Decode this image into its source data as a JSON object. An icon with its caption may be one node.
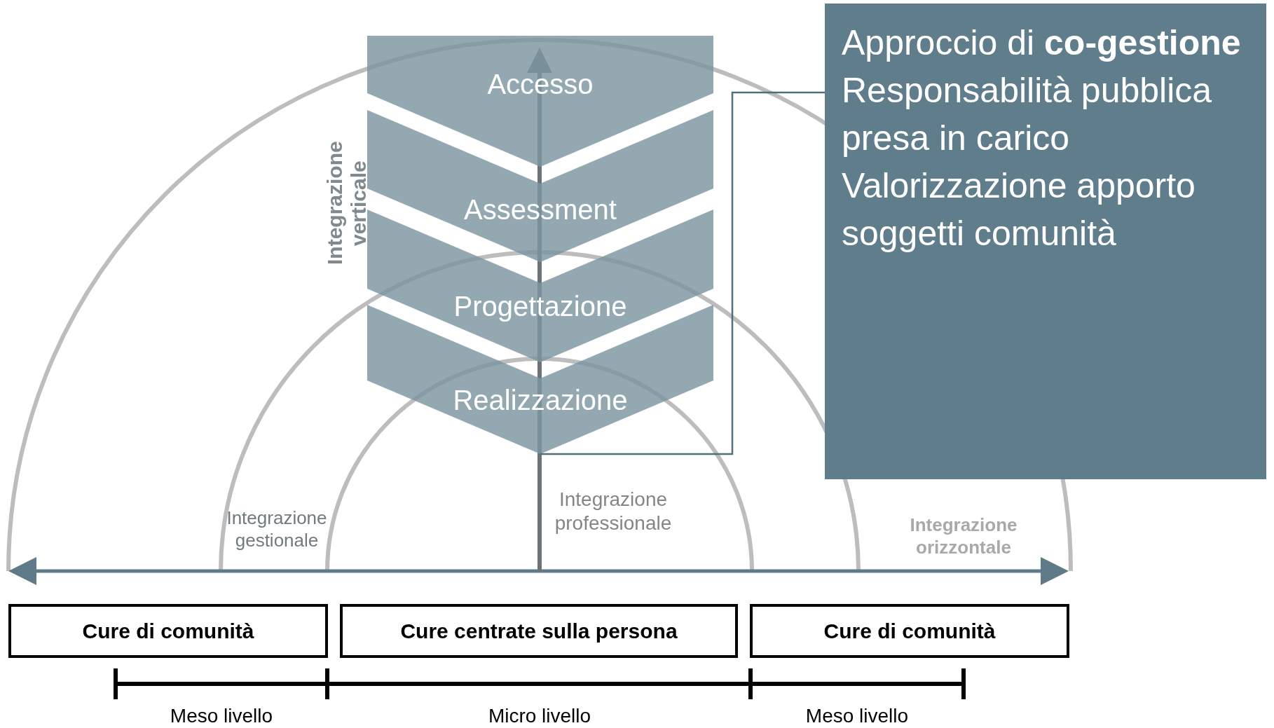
{
  "diagram": {
    "nodes": [
      {
        "text": [
          "Accesso"
        ]
      },
      {
        "text": [
          "Assessment"
        ]
      },
      {
        "text": [
          "Progettazione"
        ]
      },
      {
        "text": [
          "Realizzazione"
        ]
      },
      {
        "text": [
          "Approccio di **co-gestione**",
          "Responsabilità pubblica presa in carico",
          "Valorizzazione apporto soggetti comunità"
        ]
      },
      {
        "text": [
          "Cure di comunità"
        ]
      },
      {
        "text": [
          "Cure centrate sulla persona"
        ]
      },
      {
        "text": [
          "Cure di comunità"
        ]
      }
    ],
    "edges": [
      {
        "from": 4,
        "to": 3,
        "arrow": "none"
      }
    ],
    "labels": [
      "Integrazione verticale",
      "Integrazione gestionale",
      "Integrazione professionale",
      "Integrazione orizzontale",
      "Meso livello",
      "Micro livello",
      "Meso livello"
    ]
  }
}
